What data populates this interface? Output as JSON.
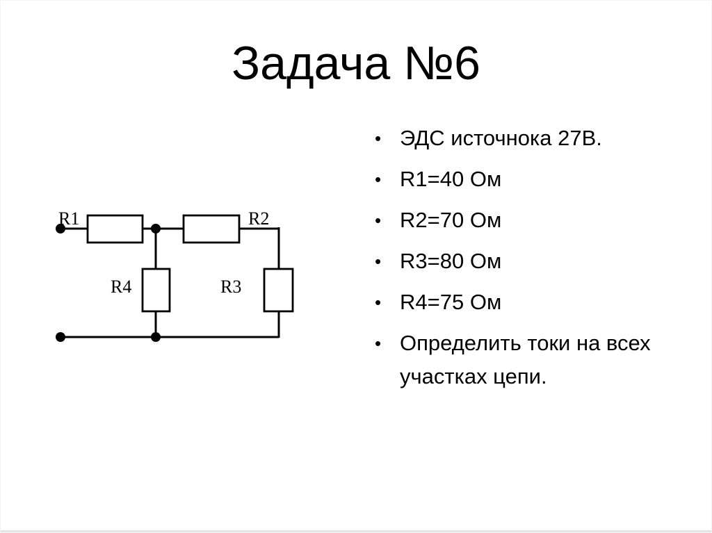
{
  "slide": {
    "title": "Задача №6",
    "bullet_char": "•",
    "bullets": [
      "ЭДС источнока 27В.",
      "R1=40 Ом",
      "R2=70 Ом",
      "R3=80 Ом",
      "R4=75 Ом",
      "Определить токи на всех участках цепи."
    ]
  },
  "circuit": {
    "labels": {
      "r1": "R1",
      "r2": "R2",
      "r3": "R3",
      "r4": "R4"
    },
    "colors": {
      "line": "#000000",
      "background": "#ffffff",
      "text": "#000000"
    }
  }
}
